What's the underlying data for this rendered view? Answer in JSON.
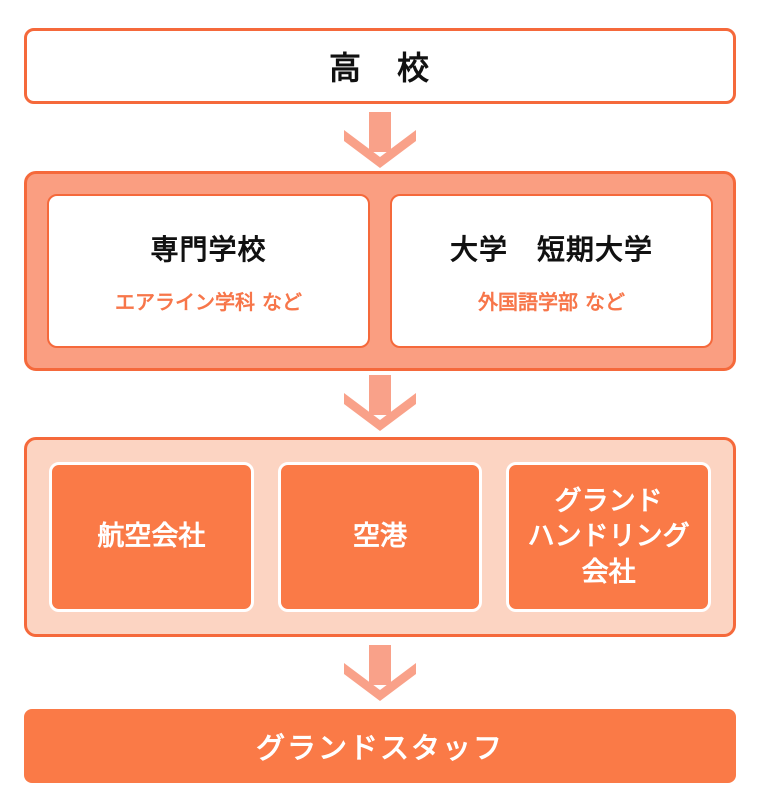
{
  "palette": {
    "border_orange": "#F5693B",
    "box_orange": "#FA7A47",
    "salmon": "#FA9E81",
    "light_pink": "#FCD4C2",
    "arrow_salmon": "#F9A189",
    "heading_text": "#111111",
    "accent_text": "#F7764A"
  },
  "flowchart": {
    "top": {
      "label": "高　校"
    },
    "education": {
      "items": [
        {
          "title": "専門学校",
          "subtitle": "エアライン学科 など"
        },
        {
          "title": "大学　短期大学",
          "subtitle": "外国語学部 など"
        }
      ]
    },
    "employers": {
      "items": [
        {
          "label": "航空会社"
        },
        {
          "label": "空港"
        },
        {
          "label": "グランド\nハンドリング\n会社"
        }
      ]
    },
    "result": {
      "label": "グランドスタッフ"
    }
  }
}
